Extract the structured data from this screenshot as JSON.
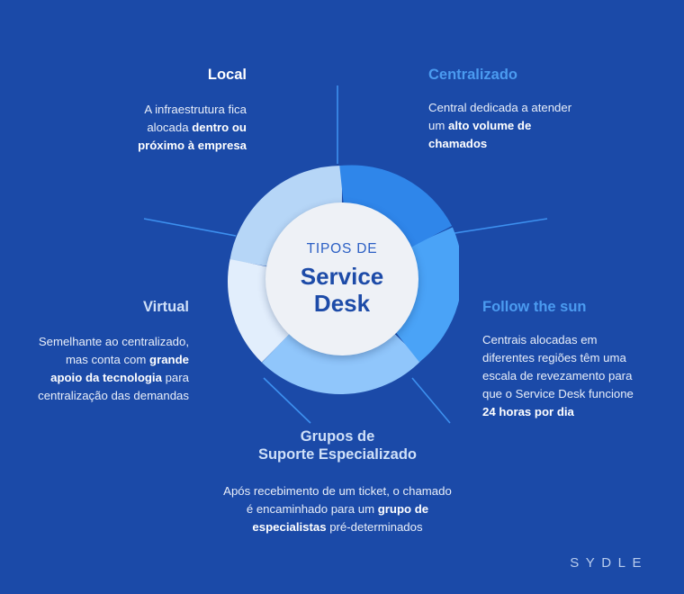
{
  "theme": {
    "background": "#1b4aa8",
    "line_color": "#3d90ef",
    "hub_fill": "#eef1f6",
    "heading_white": "#ffffff",
    "heading_light_blue": "#4b9bf0",
    "heading_soft_blue": "#cfe0f8",
    "body_text": "#e8eef9"
  },
  "center": {
    "kicker": "TIPOS DE",
    "title_line1": "Service",
    "title_line2": "Desk"
  },
  "segments": [
    {
      "name": "local",
      "color": "#b6d6f7",
      "start_deg": 270,
      "end_deg": 356
    },
    {
      "name": "centralizado",
      "color": "#2f86ea",
      "start_deg": 0,
      "end_deg": 62
    },
    {
      "name": "follow-the-sun",
      "color": "#4aa3f7",
      "start_deg": 62,
      "end_deg": 124
    },
    {
      "name": "grupos",
      "color": "#90c6fb",
      "start_deg": 124,
      "end_deg": 186
    },
    {
      "name": "virtual",
      "color": "#e2eefc",
      "start_deg": 186,
      "end_deg": 270
    }
  ],
  "blocks": {
    "local": {
      "heading": "Local",
      "body_parts": [
        {
          "text": "A infraestrutura fica alocada ",
          "bold": false
        },
        {
          "text": "dentro ou próximo à empresa",
          "bold": true
        }
      ]
    },
    "centralizado": {
      "heading": "Centralizado",
      "body_parts": [
        {
          "text": "Central dedicada a atender um ",
          "bold": false
        },
        {
          "text": "alto volume de chamados",
          "bold": true
        }
      ]
    },
    "virtual": {
      "heading": "Virtual",
      "body_parts": [
        {
          "text": "Semelhante ao centralizado, mas conta com ",
          "bold": false
        },
        {
          "text": "grande apoio da tecnologia",
          "bold": true
        },
        {
          "text": " para centralização das demandas",
          "bold": false
        }
      ]
    },
    "follow_the_sun": {
      "heading": "Follow the sun",
      "body_parts": [
        {
          "text": "Centrais alocadas em diferentes regiões têm uma escala de revezamento para que o Service Desk funcione ",
          "bold": false
        },
        {
          "text": "24 horas por dia",
          "bold": true
        }
      ]
    },
    "grupos": {
      "heading_line1": "Grupos de",
      "heading_line2": "Suporte Especializado",
      "body_parts": [
        {
          "text": "Após recebimento de um ticket, o chamado é encaminhado para um ",
          "bold": false
        },
        {
          "text": "grupo de especialistas",
          "bold": true
        },
        {
          "text": " pré-determinados",
          "bold": false
        }
      ]
    }
  },
  "logo": {
    "text": "SYDLE"
  }
}
